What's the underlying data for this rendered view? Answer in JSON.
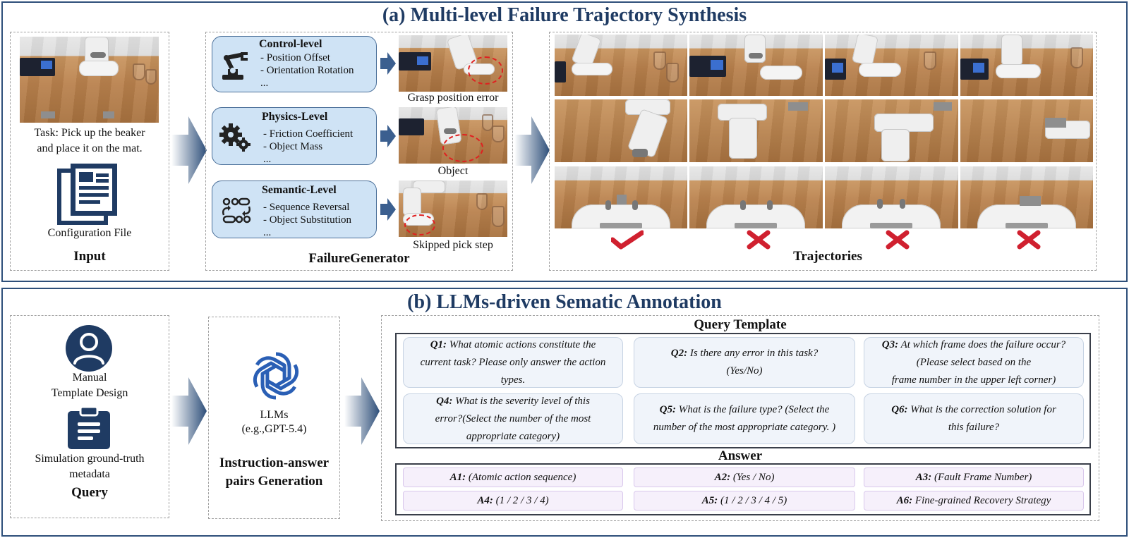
{
  "section_a": {
    "title": "(a) Multi-level Failure Trajectory Synthesis",
    "input": {
      "task_line1": "Task: Pick up the beaker",
      "task_line2": "and place it on the mat.",
      "config_label": "Configuration File",
      "label": "Input"
    },
    "generator": {
      "label": "FailureGenerator",
      "levels": [
        {
          "title": "Control-level",
          "items": [
            "- Position Offset",
            "- Orientation Rotation",
            "..."
          ],
          "caption": "Grasp position error",
          "icon": "robot-arm-icon"
        },
        {
          "title": "Physics-Level",
          "items": [
            "- Friction Coefficient",
            "- Object Mass",
            "..."
          ],
          "caption": "Object",
          "icon": "gears-icon"
        },
        {
          "title": "Semantic-Level",
          "items": [
            "- Sequence Reversal",
            "- Object Substitution",
            "..."
          ],
          "caption": "Skipped pick step",
          "icon": "sequence-icon"
        }
      ]
    },
    "trajectories": {
      "label": "Trajectories",
      "results": [
        "success",
        "fail",
        "fail",
        "fail"
      ],
      "colors": {
        "check": "#d0202f",
        "cross": "#d0202f"
      }
    }
  },
  "section_b": {
    "title": "(b) LLMs-driven Sematic Annotation",
    "query": {
      "manual_line1": "Manual",
      "manual_line2": "Template Design",
      "sim_line1": "Simulation ground-truth",
      "sim_line2": "metadata",
      "label": "Query"
    },
    "llm": {
      "name": "LLMs",
      "model": "(e.g.,GPT-5.4)",
      "label_line1": "Instruction-answer",
      "label_line2": "pairs Generation"
    },
    "query_template": {
      "title": "Query Template",
      "questions": [
        {
          "id": "Q1:",
          "l1": " What atomic actions constitute the",
          "l2": "current task? Please only answer the action",
          "l3": "types."
        },
        {
          "id": "Q2:",
          "l1": " Is there any error in this task?",
          "l2": "(Yes/No)",
          "l3": ""
        },
        {
          "id": "Q3:",
          "l1": " At which frame does the failure occur?",
          "l2": "(Please select based on the",
          "l3": "frame number in the upper left corner)"
        },
        {
          "id": "Q4:",
          "l1": " What is the severity level of this",
          "l2": "error?(Select the number of the most",
          "l3": "appropriate category)"
        },
        {
          "id": "Q5:",
          "l1": " What is the failure type? (Select the",
          "l2": "number of the most appropriate category. )",
          "l3": ""
        },
        {
          "id": "Q6:",
          "l1": " What is the correction solution for",
          "l2": "this failure?",
          "l3": ""
        }
      ]
    },
    "answer": {
      "title": "Answer",
      "answers": [
        {
          "id": "A1:",
          "text": " (Atomic action sequence)"
        },
        {
          "id": "A2:",
          "text": " (Yes / No)"
        },
        {
          "id": "A3:",
          "text": " (Fault Frame Number)"
        },
        {
          "id": "A4:",
          "text": " (1 / 2 / 3 / 4)"
        },
        {
          "id": "A5:",
          "text": " (1 / 2 / 3 / 4 / 5)"
        },
        {
          "id": "A6:",
          "text": " Fine-grained Recovery Strategy"
        }
      ]
    },
    "colors": {
      "accent": "#1f3b63",
      "panel_border": "#2e4f7a",
      "level_fill": "#cfe3f5"
    }
  }
}
